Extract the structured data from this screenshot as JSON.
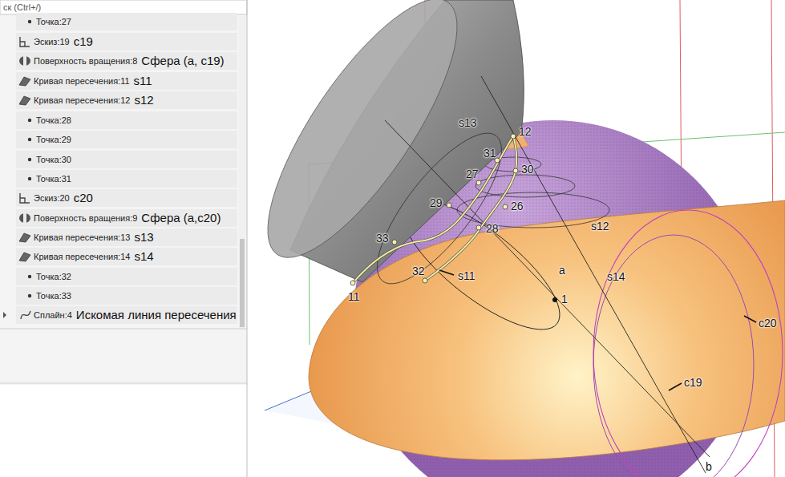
{
  "diagram": {
    "labels": [
      "ск (Ctrl+/)",
      "Точка:27",
      "Эскиз:19",
      "c19",
      "Поверхность вращения:8",
      "Сфера (a, c19)",
      "Кривая пересечения:11",
      "s11",
      "Кривая пересечения:12",
      "s12",
      "Точка:28",
      "Точка:29",
      "Точка:30",
      "Точка:31",
      "Эскиз:20",
      "c20",
      "Поверхность вращения:9",
      "Сфера (a,c20)",
      "Кривая пересечения:13",
      "s13",
      "Кривая пересечения:14",
      "s14",
      "Точка:32",
      "Точка:33",
      "Сплайн:4",
      "Искомая линия пересечения",
      "s13",
      "12",
      "31",
      "27",
      "30",
      "29",
      "26",
      "33",
      "28",
      "s12",
      "32",
      "s11",
      "11",
      "a",
      "s14",
      "1",
      "c20",
      "c19",
      "b"
    ]
  }
}
